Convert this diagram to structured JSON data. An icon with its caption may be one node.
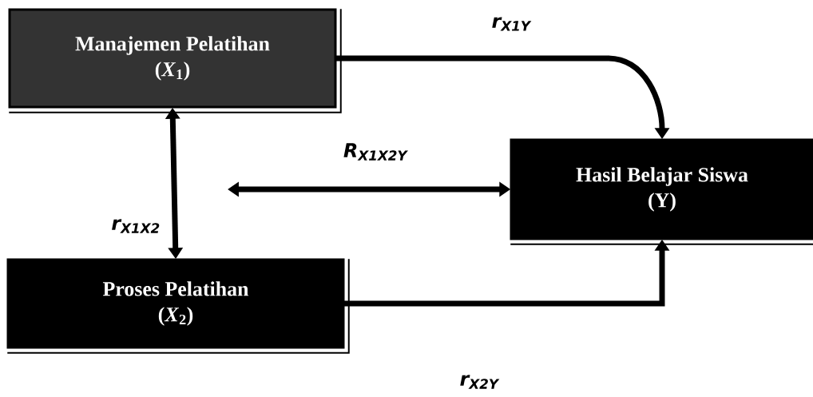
{
  "diagram": {
    "nodes": [
      {
        "text": [
          "Manajemen Pelatihan",
          "(*X*$_{1}$)"
        ]
      },
      {
        "text": [
          "Proses Pelatihan",
          "(*X*$_{2}$)"
        ]
      },
      {
        "text": [
          "Hasil Belajar Siswa",
          "(Y)"
        ]
      }
    ],
    "edges": [
      {
        "from": 0,
        "to": 2,
        "arrow": "to",
        "label": "r$_{X1Y}$"
      },
      {
        "from": 0,
        "to": 1,
        "arrow": "both",
        "label": "r$_{X1X2}$"
      },
      {
        "from": null,
        "to": 2,
        "arrow": "both",
        "label": "R$_{X1X2Y}$"
      },
      {
        "from": 1,
        "to": 2,
        "arrow": "to",
        "label": "r$_{X2Y}$"
      }
    ]
  }
}
